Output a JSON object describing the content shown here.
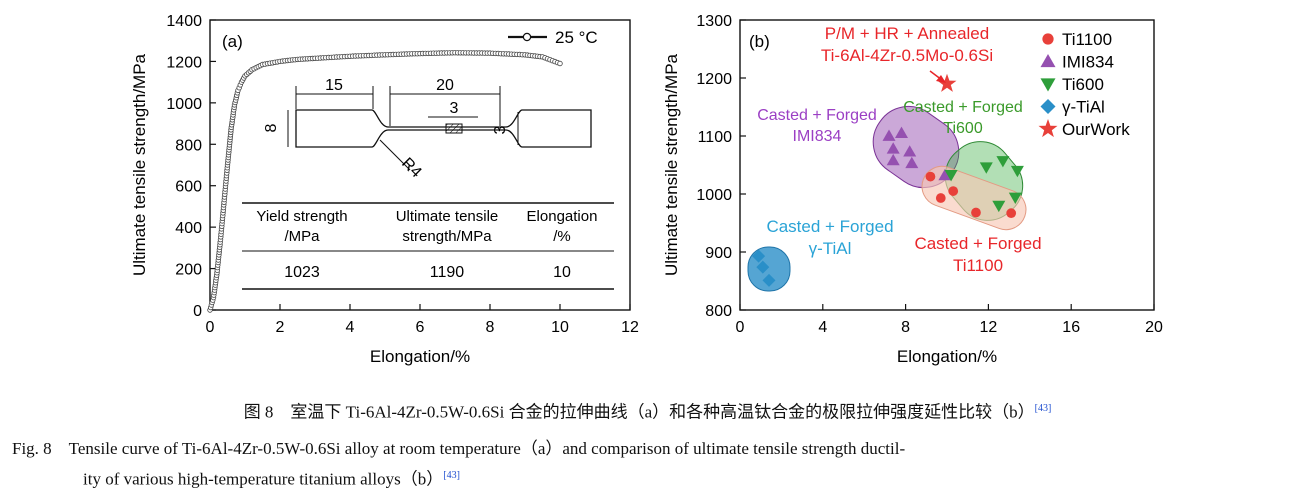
{
  "chart_data": [
    {
      "panel": "(a)",
      "type": "line",
      "xlabel": "Elongation/%",
      "ylabel": "Ultimate tensile strength/MPa",
      "xlim": [
        0,
        12
      ],
      "ylim": [
        0,
        1400
      ],
      "xticks": [
        "0",
        "2",
        "4",
        "6",
        "8",
        "10",
        "12"
      ],
      "yticks": [
        "0",
        "200",
        "400",
        "600",
        "800",
        "1000",
        "1200",
        "1400"
      ],
      "legend": "top-right",
      "series": [
        {
          "name": "25 °C",
          "marker": "open-circle",
          "x": [
            0,
            0.1,
            0.2,
            0.3,
            0.4,
            0.5,
            0.6,
            0.7,
            0.8,
            0.9,
            1.0,
            1.2,
            1.5,
            2.0,
            2.5,
            3.0,
            4.0,
            5.0,
            6.0,
            7.0,
            8.0,
            9.0,
            9.5,
            10.0
          ],
          "y": [
            0,
            60,
            180,
            340,
            520,
            700,
            870,
            990,
            1060,
            1100,
            1130,
            1160,
            1185,
            1200,
            1210,
            1215,
            1225,
            1232,
            1238,
            1242,
            1240,
            1232,
            1222,
            1190
          ]
        }
      ],
      "annotations": {
        "specimen_dims": [
          "15",
          "20",
          "3",
          "8",
          "3",
          "R4"
        ],
        "table": {
          "headers": [
            "Yield strength\n/MPa",
            "Ultimate tensile\nstrength/MPa",
            "Elongation\n/%"
          ],
          "row": [
            "1023",
            "1190",
            "10"
          ]
        }
      }
    },
    {
      "panel": "(b)",
      "type": "scatter",
      "xlabel": "Elongation/%",
      "ylabel": "Ultimate tensile strength/MPa",
      "xlim": [
        0,
        20
      ],
      "ylim": [
        800,
        1300
      ],
      "xticks": [
        "0",
        "4",
        "8",
        "12",
        "16",
        "20"
      ],
      "yticks": [
        "800",
        "900",
        "1000",
        "1100",
        "1200",
        "1300"
      ],
      "legend": "top-right",
      "series": [
        {
          "name": "Ti1100",
          "marker": "circle",
          "color": "#e8403a",
          "points": [
            [
              9.2,
              1030
            ],
            [
              10.3,
              1005
            ],
            [
              9.7,
              993
            ],
            [
              11.4,
              968
            ],
            [
              13.1,
              967
            ]
          ]
        },
        {
          "name": "IMI834",
          "marker": "triangle-up",
          "color": "#9550b0",
          "points": [
            [
              7.2,
              1100
            ],
            [
              7.8,
              1105
            ],
            [
              7.4,
              1078
            ],
            [
              8.2,
              1073
            ],
            [
              7.4,
              1058
            ],
            [
              8.3,
              1053
            ],
            [
              9.9,
              1032
            ]
          ]
        },
        {
          "name": "Ti600",
          "marker": "triangle-down",
          "color": "#2e9e3a",
          "points": [
            [
              11.9,
              1046
            ],
            [
              12.7,
              1057
            ],
            [
              13.4,
              1040
            ],
            [
              13.3,
              994
            ],
            [
              12.5,
              980
            ],
            [
              10.2,
              1033
            ]
          ]
        },
        {
          "name": "γ-TiAl",
          "marker": "diamond",
          "color": "#2a8fc8",
          "points": [
            [
              0.9,
              893
            ],
            [
              1.1,
              874
            ],
            [
              1.4,
              851
            ]
          ]
        },
        {
          "name": "OurWork",
          "marker": "star",
          "color": "#e8403a",
          "points": [
            [
              10.0,
              1190
            ]
          ]
        }
      ],
      "annotations": [
        {
          "text": [
            "P/M + HR + Annealed",
            "Ti-6Al-4Zr-0.5Mo-0.6Si"
          ],
          "color": "#e8262a"
        },
        {
          "text": [
            "Casted + Forged",
            "IMI834"
          ],
          "color": "#9b3fc4"
        },
        {
          "text": [
            "Casted + Forged",
            "Ti600"
          ],
          "color": "#3a9a2a"
        },
        {
          "text": [
            "Casted + Forged",
            "γ-TiAl"
          ],
          "color": "#2aa3d6"
        },
        {
          "text": [
            "Casted + Forged",
            "Ti1100"
          ],
          "color": "#e8262a"
        }
      ]
    }
  ],
  "captions": {
    "cn": "图 8　室温下 Ti-6Al-4Zr-0.5W-0.6Si 合金的拉伸曲线（a）和各种高温钛合金的极限拉伸强度延性比较（b）",
    "en_line1": "Fig. 8　Tensile curve of Ti-6Al-4Zr-0.5W-0.6Si alloy at room temperature（a）and comparison of ultimate tensile strength ductil-",
    "en_line2": "ity of various high-temperature titanium alloys（b）",
    "ref": "[43]"
  }
}
